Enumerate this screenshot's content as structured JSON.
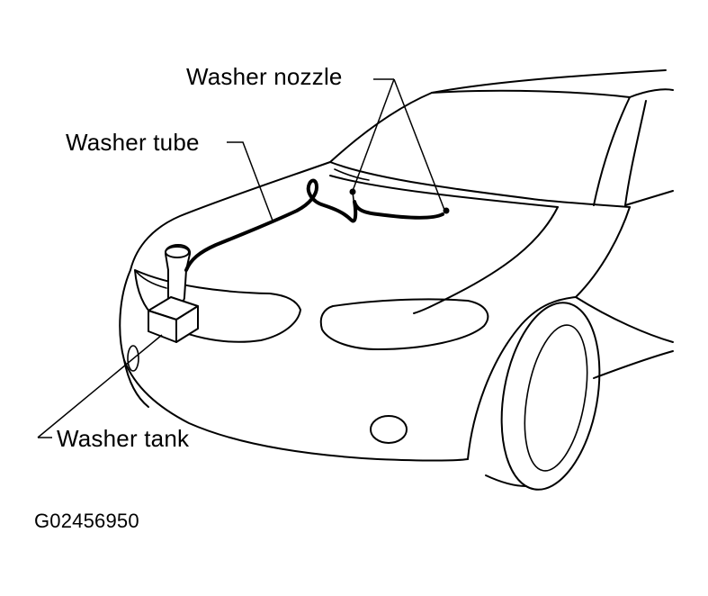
{
  "figure": {
    "labels": {
      "washer_nozzle": "Washer nozzle",
      "washer_tube": "Washer tube",
      "washer_tank": "Washer tank"
    },
    "figure_code": "G02456950"
  }
}
